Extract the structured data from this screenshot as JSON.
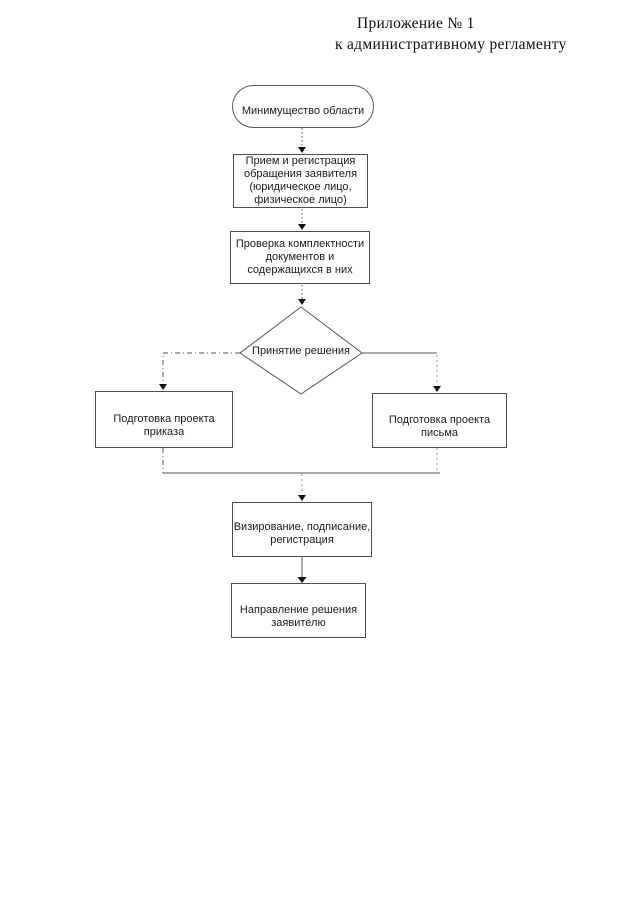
{
  "page": {
    "title_line1": "Приложение № 1",
    "title_line2": "к административному регламенту"
  },
  "flowchart": {
    "start": "Минимущество области",
    "receive": "Прием и регистрация\nобращения заявителя\n(юридическое лицо,\nфизическое лицо)",
    "check": "Проверка комплектности\nдокументов и\nсодержащихся в них",
    "decision": "Принятие решения",
    "draft_order": "Подготовка проекта\nприказа",
    "draft_letter": "Подготовка проекта\nписьма",
    "sign": "Визирование, подписание,\nрегистрация",
    "send": "Направление решения\nзаявителю"
  },
  "colors": {
    "text": "#1b1b1b",
    "box_border": "#4d4d4d",
    "connector": "#555555",
    "background": "#ffffff"
  }
}
